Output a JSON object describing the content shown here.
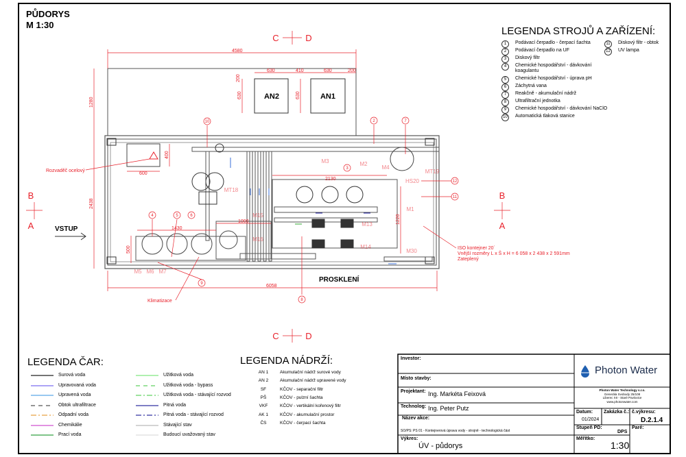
{
  "header": {
    "title": "PŮDORYS",
    "scale": "M 1:30"
  },
  "plan": {
    "section_cd": {
      "left": "C",
      "right": "D"
    },
    "section_ab": {
      "top": "B",
      "bottom": "A"
    },
    "entrance": "VSTUP",
    "glazing": "PROSKLENÍ",
    "tanks": [
      "AN2",
      "AN1"
    ],
    "dimensions": [
      "4580",
      "630",
      "410",
      "630",
      "200",
      "200",
      "630",
      "630",
      "1280",
      "2438",
      "400",
      "600",
      "2130",
      "1220",
      "1000",
      "1430",
      "500",
      "6058"
    ],
    "callouts": [
      "10",
      "2",
      "7",
      "3",
      "12",
      "11",
      "4",
      "5",
      "6",
      "9",
      "8"
    ],
    "motors": [
      "M3",
      "M2",
      "M4",
      "MT19",
      "HS20",
      "M1",
      "M30",
      "MT18",
      "M15",
      "M16",
      "M13",
      "M14",
      "M5",
      "M6",
      "M7"
    ],
    "annotations": {
      "switchboard": "Rozvaděč ocelový",
      "ac": "Klimatizace",
      "container": [
        "ISO kontejner 20´",
        "Vnější rozměry L x Š x H = 6 058 x 2 438 x 2 591mm",
        "Zateplený"
      ]
    }
  },
  "equipment_legend": {
    "title": "LEGENDA STROJŮ A ZAŘÍZENÍ:",
    "items": [
      {
        "n": "1",
        "label": "Podávací čerpadlo - čerpací šachta"
      },
      {
        "n": "2",
        "label": "Podávací čerpadlo na UF"
      },
      {
        "n": "3",
        "label": "Diskový filtr"
      },
      {
        "n": "4",
        "label": "Chemické hospodářství - dávkování koagulantu"
      },
      {
        "n": "5",
        "label": "Chemické hospodářství - úprava pH"
      },
      {
        "n": "6",
        "label": "Záchytná vana"
      },
      {
        "n": "7",
        "label": "Reakčně - akumulační nádrž"
      },
      {
        "n": "8",
        "label": "Ultrafiltrační jednotka"
      },
      {
        "n": "9",
        "label": "Chemické hospodářství - dávkování NaClO"
      },
      {
        "n": "10",
        "label": "Automatická tlaková stanice"
      },
      {
        "n": "11",
        "label": "Diskový filtr - obtok"
      },
      {
        "n": "12",
        "label": "UV lampa"
      }
    ]
  },
  "line_legend": {
    "title": "LEGENDA ČAR:",
    "items": [
      {
        "label": "Surová voda",
        "color": "#222222",
        "style": "solid"
      },
      {
        "label": "Upravovaná voda",
        "color": "#7b6cf0",
        "style": "solid"
      },
      {
        "label": "Upravená voda",
        "color": "#5aa6e8",
        "style": "solid"
      },
      {
        "label": "Obtok ultrafiltrace",
        "color": "#555555",
        "style": "dashed"
      },
      {
        "label": "Odpadní voda",
        "color": "#e8a040",
        "style": "dashdot"
      },
      {
        "label": "Chemikálie",
        "color": "#d050d0",
        "style": "solid"
      },
      {
        "label": "Prací voda",
        "color": "#30a040",
        "style": "solid"
      },
      {
        "label": "Užitková voda",
        "color": "#80e880",
        "style": "solid"
      },
      {
        "label": "Užitková voda - bypass",
        "color": "#60d060",
        "style": "dashed"
      },
      {
        "label": "Užitková voda - stávající rozvod",
        "color": "#60d060",
        "style": "dashdot"
      },
      {
        "label": "Pitná voda",
        "color": "#3030a0",
        "style": "solid"
      },
      {
        "label": "Pitná voda - stávající rozvod",
        "color": "#3030a0",
        "style": "dashdot"
      },
      {
        "label": "Stávající stav",
        "color": "#bbbbbb",
        "style": "solid"
      },
      {
        "label": "Budoucí uvažovaný stav",
        "color": "#dddddd",
        "style": "solid"
      }
    ]
  },
  "tank_legend": {
    "title": "LEGENDA NÁDRŽÍ:",
    "items": [
      {
        "code": "AN 1",
        "label": "Akumulační nádrž surové vody"
      },
      {
        "code": "AN 2",
        "label": "Akumulační nádrž upravené vody"
      },
      {
        "code": "SF",
        "label": "KČOV - separační filtr"
      },
      {
        "code": "PŠ",
        "label": "KČOV - pulzní šachta"
      },
      {
        "code": "VKF",
        "label": "KČOV - vertikální kořenový filtr"
      },
      {
        "code": "AK 1",
        "label": "KČOV - akumulační prostor"
      },
      {
        "code": "ČS",
        "label": "KČOV - čerpací šachta"
      }
    ]
  },
  "title_block": {
    "investor_label": "Investor:",
    "site_label": "Místo stavby:",
    "designer_label": "Projektant:",
    "designer": "Ing. Markéta Feixová",
    "technologist_label": "Technolog:",
    "technologist": "Ing. Peter Putz",
    "project_label": "Název akce:",
    "project": "SO/PS: PS 01 - Kontejnerová úprava vody - strojně - technologická část",
    "drawing_label": "Výkres:",
    "drawing": "ÚV - půdorys",
    "brand": "Photon Water",
    "brand_color": "#1f5fb0",
    "company": [
      "Photon Water Technology s.r.o.",
      "Generála Svobody 25/108",
      "Liberec XII - Staré Pavlovice",
      "www.photonwater.com"
    ],
    "date_label": "Datum:",
    "date": "01/2024",
    "order_label": "Zakázka č.:",
    "drawing_no_label": "č.výkresu:",
    "drawing_no": "D.2.1.4",
    "stage_label": "Stupeň PD:",
    "stage": "DPS",
    "copy_label": "Paré:",
    "scale_label": "Měřítko:",
    "scale": "1:30"
  }
}
